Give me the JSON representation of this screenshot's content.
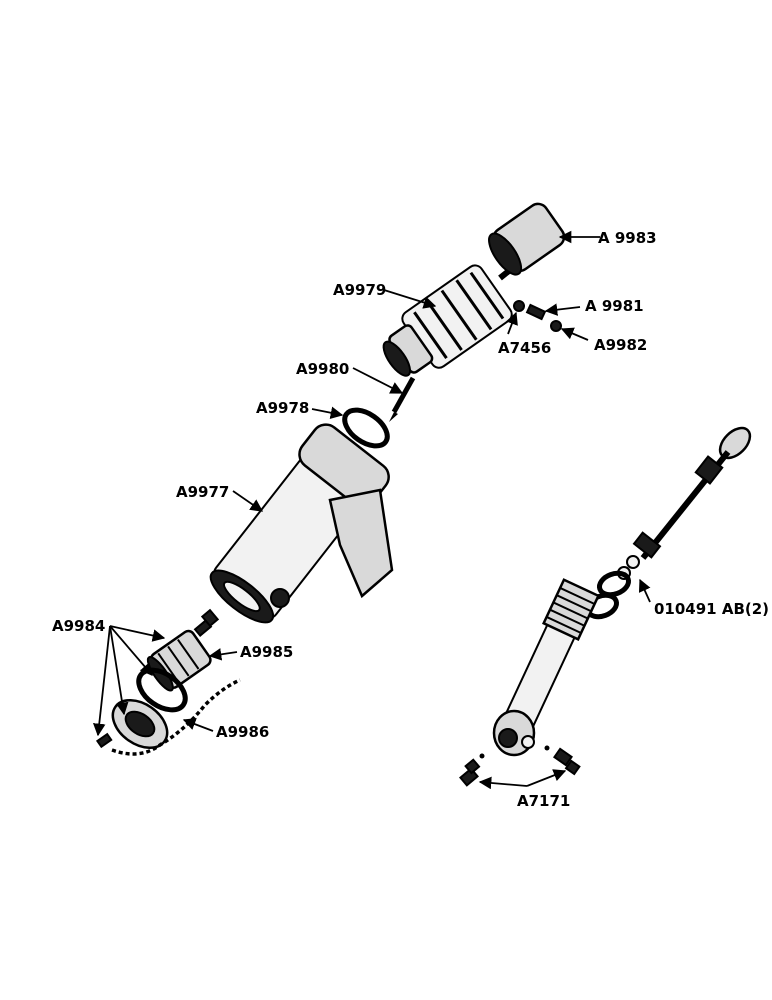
{
  "labels": {
    "a9983": "A 9983",
    "a9979": "A9979",
    "a9981": "A 9981",
    "a7456": "A7456",
    "a9982": "A9982",
    "a9980": "A9980",
    "a9978": "A9978",
    "a9977": "A9977",
    "a9984": "A9984",
    "a9985": "A9985",
    "a9986": "A9986",
    "ab010491": "010491 AB(2)",
    "a7171": "A7171"
  }
}
